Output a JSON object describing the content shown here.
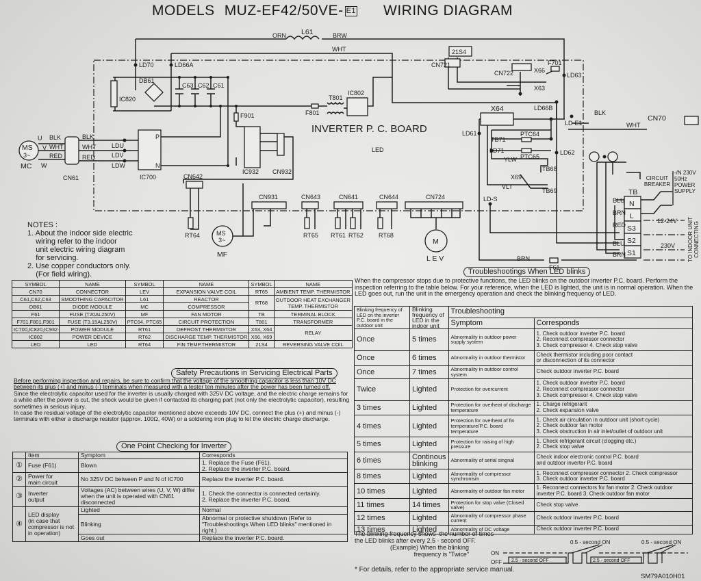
{
  "title": {
    "models": "MODELS",
    "model_number": "MUZ-EF42/50VE-",
    "badge": "E1",
    "heading": "WIRING DIAGRAM"
  },
  "diagram": {
    "orn": "ORN",
    "l61": "L61",
    "brw": "BRW",
    "wht_top": "WHT",
    "s21s4": "21S4",
    "cn721": "CN721",
    "cn722": "CN722",
    "x66": "X66",
    "f701": "F701",
    "ld63": "LD63",
    "x63": "X63",
    "ld70": "LD70",
    "ld66a": "LD66A",
    "db61": "DB61",
    "c63": "C63",
    "c62": "C62",
    "c61": "C61",
    "ic820": "IC820",
    "ic802": "IC802",
    "t801": "T801",
    "f801": "F801",
    "f901": "F901",
    "board": "INVERTER P. C. BOARD",
    "led": "LED",
    "x64": "X64",
    "ld66b": "LD66B",
    "blk_gnd": "BLK",
    "cn70": "CN70",
    "wht_cn70": "WHT",
    "lde1": "LD-E1",
    "ld61": "LD61",
    "tb71": "TB71",
    "ptc64": "PTC64",
    "ld71": "LD71",
    "ptc65": "PTC65",
    "ld62": "LD62",
    "ylw": "YLW",
    "tb68": "TB68",
    "x69": "X69",
    "vlt": "VLT",
    "tb69": "TB69",
    "lds": "LD-S",
    "ms": "MS",
    "ms_phase": "3~",
    "mc": "MC",
    "u": "U",
    "v": "V",
    "w": "W",
    "blk": "BLK",
    "wht": "WHT",
    "red": "RED",
    "cn61": "CN61",
    "ldu": "LDU",
    "ldv": "LDV",
    "ldw": "LDW",
    "ic700": "IC700",
    "p": "P",
    "n": "N",
    "ic932": "IC932",
    "cn932": "CN932",
    "cn642": "CN642",
    "rt64": "RT64",
    "mf": "MF",
    "cn931": "CN931",
    "cn643": "CN643",
    "cn641": "CN641",
    "cn644": "CN644",
    "cn724": "CN724",
    "rt65": "RT65",
    "rt61": "RT61",
    "rt62": "RT62",
    "rt68": "RT68",
    "m": "M",
    "lev": "L E V",
    "tb": "TB",
    "tb_n": "N",
    "tb_l": "L",
    "tb_s3": "S3",
    "tb_s2": "S2",
    "tb_s1": "S1",
    "blu1": "BLU",
    "brn1": "BRN",
    "red2": "RED",
    "blu2": "BLU",
    "brn2": "BRN",
    "breaker": "CIRCUIT BREAKER",
    "supply": "-/N 230V 50Hz POWER SUPPLY",
    "v1224": "12-24V",
    "v230": "230V",
    "indoor": "TO INDOOR UNIT CONNECTING",
    "brn_bottom": "BRN",
    "f61": "F61"
  },
  "notes": {
    "heading": "NOTES :",
    "items": [
      "1. About the indoor side electric\n    wiring refer to the indoor\n    unit electric wiring diagram\n    for servicing.",
      "2. Use copper conductors only.\n    (For field wiring)."
    ]
  },
  "symbol_table": {
    "headers": [
      "SYMBOL",
      "NAME",
      "SYMBOL",
      "NAME",
      "SYMBOL",
      "NAME"
    ],
    "rows": [
      [
        "CN70",
        "CONNECTOR",
        "LEV",
        "EXPANSION VALVE COIL",
        "RT65",
        "AMBIENT TEMP. THERMISTOR"
      ],
      [
        "C61,C62,C63",
        "SMOOTHING CAPACITOR",
        "L61",
        "REACTOR",
        "RT68",
        "OUTDOOR HEAT EXCHANGER\nTEMP. THERMISTOR"
      ],
      [
        "DB61",
        "DIODE MODULE",
        "MC",
        "COMPRESSOR",
        null,
        null
      ],
      [
        "F61",
        "FUSE (T20AL250V)",
        "MF",
        "FAN MOTOR",
        "TB",
        "TERMINAL BLOCK"
      ],
      [
        "F701,F801,F901",
        "FUSE (T3.15AL250V)",
        "PTC64, PTC65",
        "CIRCUIT PROTECTION",
        "T801",
        "TRANSFORMER"
      ],
      [
        "IC700,IC820,IC932",
        "POWER MODULE",
        "RT61",
        "DEFROST THERMISTOR",
        "X63, X64",
        "RELAY"
      ],
      [
        "IC802",
        "POWER DEVICE",
        "RT62",
        "DISCHARGE TEMP. THERMISTOR",
        "X66, X69",
        null
      ],
      [
        "LED",
        "LED",
        "RT64",
        "FIN TEMP.THERMISTOR",
        "21S4",
        "REVERSING VALVE COIL"
      ]
    ]
  },
  "safety": {
    "heading": "Safety Precautions in Servicing Electrical Parts",
    "warning": "Before performing inspection and repairs, be sure to confirm that the voltage of the smoothing capacitor is less than 10V DC between its plus (+) and minus (-) terminals when measured with a tester ten minutes after the power has been turned off.",
    "para1": "Since the electrolytic capacitor used for the inverter is usually charged with 325V DC voltage, and the electric charge remains for a while after the power is cut, the shock would be given if contacted its charging part (not only the electrolytic capacitor), resulting sometimes in serious injury.",
    "para2": "In case the residual voltage of the electrolytic capacitor mentioned above exceeds 10V DC, connect the plus (+) and minus (-) terminals with either a discharge resistor (approx. 100Ω, 40W) or a soldering iron plug to let the electric charge discharge."
  },
  "one_point": {
    "heading": "One Point Checking for Inverter",
    "headers": [
      "",
      "Item",
      "Symptom",
      "Corresponds"
    ],
    "rows": [
      [
        "①",
        "Fuse (F61)",
        "Blown",
        "1. Replace the Fuse (F61).\n2. Replace the inverter P.C. board."
      ],
      [
        "②",
        "Power for\nmain circuit",
        "No 325V DC between P and N of IC700",
        "Replace the inverter P.C. board."
      ],
      [
        "③",
        "Inverter\noutput",
        "Voltages (AC) between wires (U, V, W) differ when the unit is operated with CN61 disconnected",
        "1. Check the connector is connected certainly.\n2. Replace the inverter P.C. board."
      ],
      [
        "④",
        "LED display\n(in case that compressor is not in operation)",
        "Lighted",
        "Normal"
      ],
      [
        null,
        null,
        "Blinking",
        "Abnormal or protective shutdown (Refer to \"Troubleshootings When LED blinks\" mentioned in right.)"
      ],
      [
        null,
        null,
        "Goes out",
        "Replace the inverter P.C. board."
      ]
    ]
  },
  "troubleshooting": {
    "heading": "Troubleshootings When LED blinks",
    "intro": "When the compressor stops due to protective functions, the LED blinks on the outdoor inverter P.C. board. Perform the inspection referring to the table below. For your reference, when the LED is lighted, the unit is in normal operation. When the LED goes out, run the unit in the emergency operation and check the blinking frequency of LED.",
    "headers": {
      "outdoor": "Blinking frequency of LED on the inverter P.C. board in the outdoor unit",
      "indoor": "Blinking frequency of LED in the indoor unit",
      "troubleshooting": "Troubleshooting",
      "symptom": "Symptom",
      "corresponds": "Corresponds"
    },
    "rows": [
      [
        "Once",
        "5 times",
        "Abnormality in outdoor power supply system",
        "1. Check outdoor inverter P.C. board\n2. Reconnect compressor connector\n3. Check compressor      4. Check stop valve"
      ],
      [
        "Once",
        "6 times",
        "Abnormality in outdoor thermistor",
        "Check thermistor including poor contact\nor disconnection of its connector"
      ],
      [
        "Once",
        "7 times",
        "Abnormality in outdoor control system",
        "Check outdoor inverter P.C. board"
      ],
      [
        "Twice",
        "Lighted",
        "Protection for overcurrent",
        "1. Check outdoor inverter P.C. board\n2. Reconnect compressor connector\n3. Check compressor      4. Check stop valve"
      ],
      [
        "3 times",
        "Lighted",
        "Protection for overheat of discharge temperature",
        "1. Charge refrigerant\n2. Check expansion valve"
      ],
      [
        "4 times",
        "Lighted",
        "Protection for overheat of fin temperature/P.C. board temperature",
        "1. Check air circulation in outdoor unit (short cycle)\n2. Check outdoor fan motor\n3. Check obstruction in air inlet/outlet of outdoor unit"
      ],
      [
        "5 times",
        "Lighted",
        "Protection for raising of high pressure",
        "1. Check refrigerant circuit (clogging etc.)\n2. Check stop valve"
      ],
      [
        "6 times",
        "Continous blinking",
        "Abnormality of serial singnal",
        "Check indoor electronic control P.C. board\nand outdoor inverter P.C. board"
      ],
      [
        "8 times",
        "Lighted",
        "Abnormality of compressor synchronism",
        "1. Reconnect compressor connector 2. Check compressor\n3. Check outdoor inverter P.C. board"
      ],
      [
        "10 times",
        "Lighted",
        "Abnormality of outdoor fan motor",
        "1. Reconnect connectors for fan motor 2. Check outdoor\n   inverter P.C. board 3. Check outdoor fan motor"
      ],
      [
        "11 times",
        "14 times",
        "Protection for stop valve (Closed valve)",
        "Check stop valve"
      ],
      [
        "12 times",
        "Lighted",
        "Abnormality of compressor phase current",
        "Check outdoor inverter P.C. board"
      ],
      [
        "13 times",
        "Lighted",
        "Abnormality of DC voltage",
        "Check outdoor inverter P.C. board"
      ]
    ]
  },
  "blink_info": {
    "explanation": "The blinking frequency shows  the number of times\nthe LED blinks after every 2.5 - second OFF.",
    "example": "(Example) When the blinking\nfrequency is \"Twice\"",
    "on": "ON",
    "off": "OFF",
    "off_label_1": "2.5 - second OFF",
    "off_label_2": "2.5 - second OFF",
    "on_label_1": "0.5 - second ON",
    "on_label_2": "0.5 - second ON"
  },
  "footnote": "* For details, refer to the appropriate service manual.",
  "document_code": "SM79A010H01"
}
